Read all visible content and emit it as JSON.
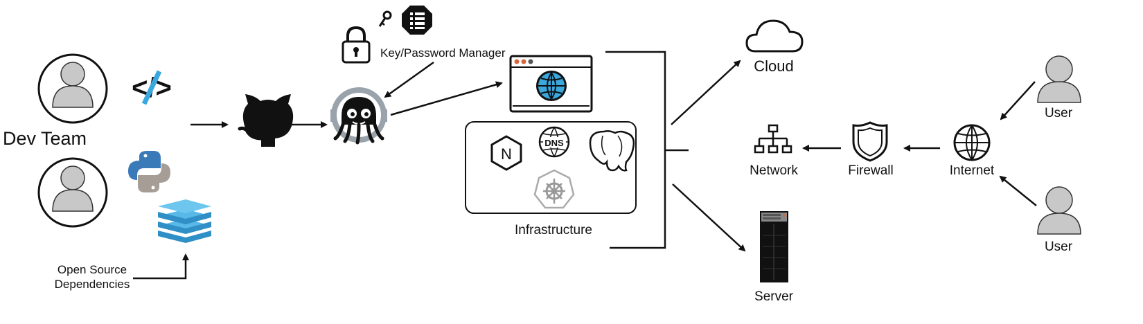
{
  "labels": {
    "dev_team": "Dev Team",
    "open_source_line1": "Open Source",
    "open_source_line2": "Dependencies",
    "key_password_manager": "Key/Password Manager",
    "infrastructure": "Infrastructure",
    "cloud": "Cloud",
    "server": "Server",
    "network": "Network",
    "firewall": "Firewall",
    "internet": "Internet",
    "user_top": "User",
    "user_bottom": "User"
  },
  "icon_text": {
    "code": "</>",
    "nginx": "N",
    "dns": "DNS"
  },
  "colors": {
    "line": "#111111",
    "person_fill": "#c8c8c8",
    "blue_accent": "#3aa7dd",
    "python_blue": "#3b7ab8",
    "python_gray": "#a59d96",
    "octopus_gray": "#9aa3ab"
  }
}
